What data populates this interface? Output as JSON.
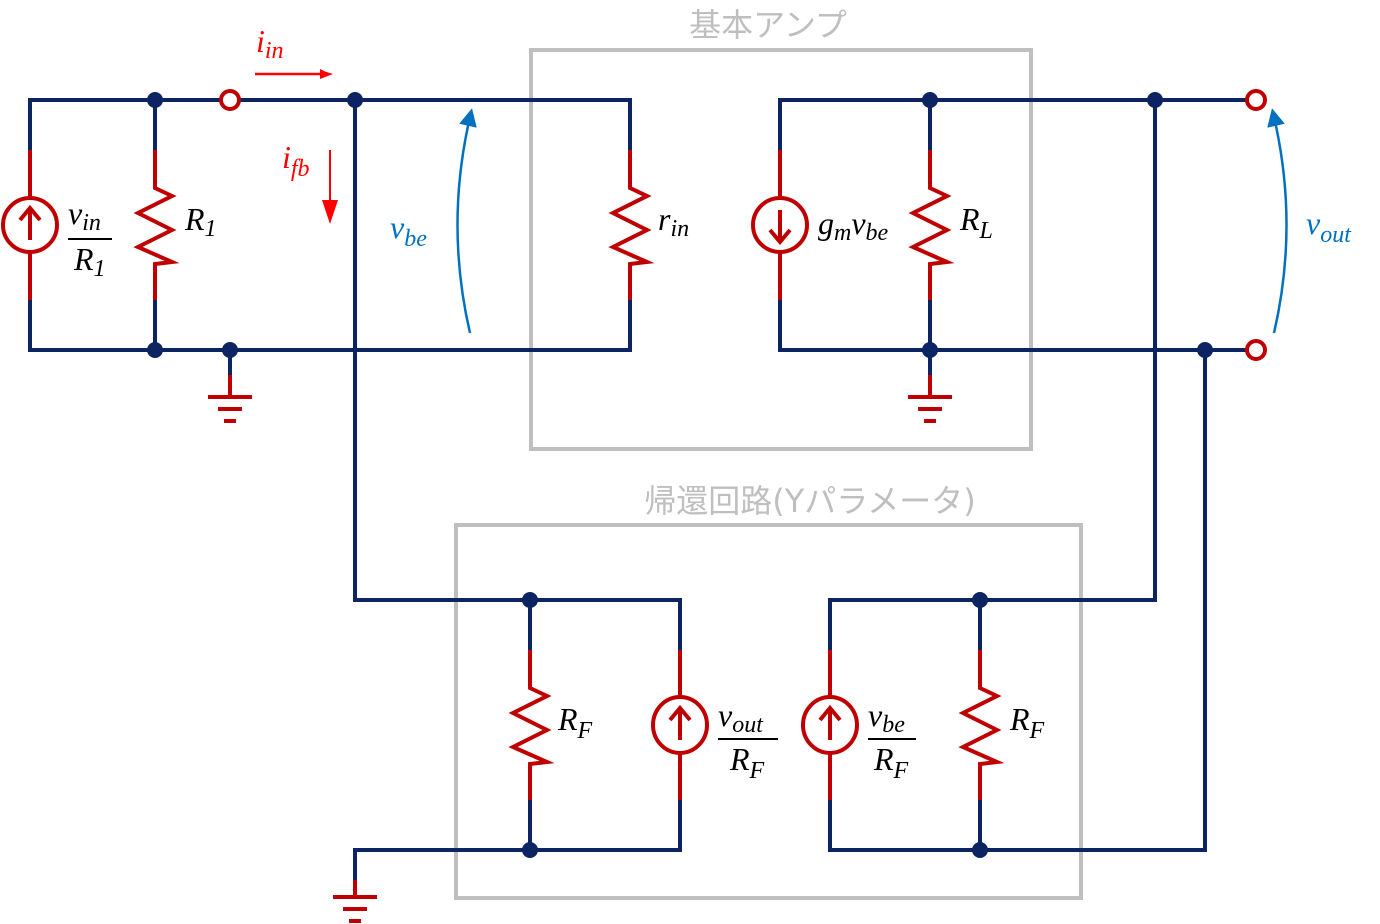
{
  "boxes": {
    "basic_amp": "基本アンプ",
    "feedback": "帰還回路(Yパラメータ)"
  },
  "labels": {
    "i_in": {
      "main": "i",
      "sub": "in"
    },
    "i_fb": {
      "main": "i",
      "sub": "fb"
    },
    "v_be": {
      "main": "v",
      "sub": "be"
    },
    "v_out": {
      "main": "v",
      "sub": "out"
    },
    "src_in": {
      "num_main": "v",
      "num_sub": "in",
      "den_main": "R",
      "den_sub": "1"
    },
    "R1": {
      "main": "R",
      "sub": "1"
    },
    "r_in": {
      "main": "r",
      "sub": "in"
    },
    "gm": {
      "g": "g",
      "g_sub": "m",
      "v": "v",
      "v_sub": "be"
    },
    "RL": {
      "main": "R",
      "sub": "L"
    },
    "RF_left": {
      "main": "R",
      "sub": "F"
    },
    "src_vout": {
      "num_main": "v",
      "num_sub": "out",
      "den_main": "R",
      "den_sub": "F"
    },
    "src_vbe": {
      "num_main": "v",
      "num_sub": "be",
      "den_main": "R",
      "den_sub": "F"
    },
    "RF_right": {
      "main": "R",
      "sub": "F"
    }
  },
  "colors": {
    "wire": "#0c2461",
    "component": "#c00000",
    "current_arrow": "#ff0000",
    "voltage_arrow": "#0070c0",
    "box": "#bfbfbf"
  }
}
